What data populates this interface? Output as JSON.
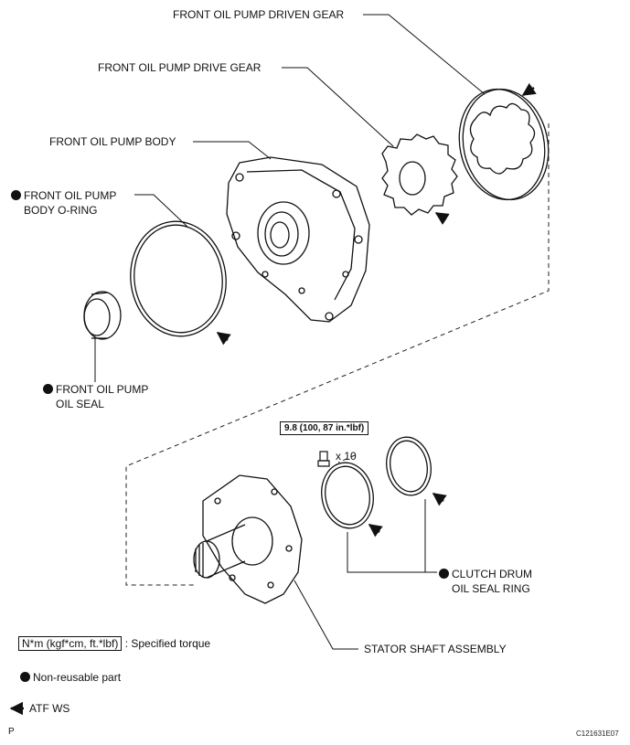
{
  "parts": {
    "driven_gear": "FRONT OIL PUMP DRIVEN GEAR",
    "drive_gear": "FRONT OIL PUMP DRIVE GEAR",
    "pump_body": "FRONT OIL PUMP BODY",
    "o_ring_line1": "FRONT OIL PUMP",
    "o_ring_line2": "BODY O-RING",
    "oil_seal_line1": "FRONT OIL PUMP",
    "oil_seal_line2": "OIL SEAL",
    "clutch_seal_line1": "CLUTCH DRUM",
    "clutch_seal_line2": "OIL SEAL RING",
    "stator_shaft": "STATOR SHAFT ASSEMBLY"
  },
  "torque": {
    "value": "9.8 (100, 87 in.*lbf)",
    "quantity": "x 10"
  },
  "legend": {
    "torque_units": "N*m (kgf*cm, ft.*lbf)",
    "torque_desc": ": Specified torque",
    "non_reusable": "Non-reusable part",
    "atf": "ATF WS"
  },
  "corner": {
    "left": "P",
    "right": "C121631E07"
  }
}
